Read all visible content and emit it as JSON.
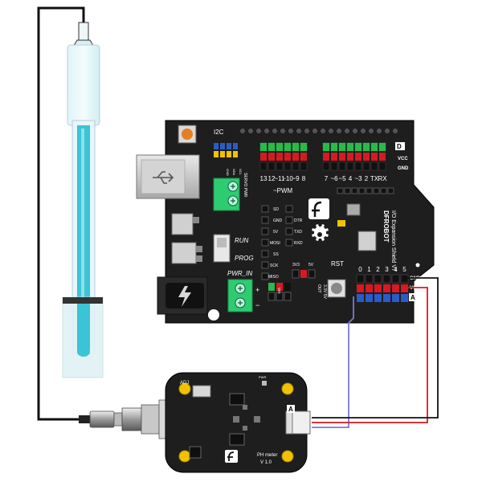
{
  "shield": {
    "labels": {
      "i2c": "I2C",
      "gnd_v": "GND",
      "sda": "SDA",
      "scl": "SCL",
      "servo_pwr": "SERVO PWR",
      "pwm": "~PWM",
      "sd": "SD",
      "gnd": "GND",
      "five_v": "5V",
      "mosi": "MOSI",
      "ss": "SS",
      "sck": "SCK",
      "miso": "MISO",
      "dtr": "DTR",
      "txd": "TXD",
      "rxd": "RXD",
      "run": "RUN",
      "prog": "PROG",
      "pwr_in": "PWR_IN",
      "vin": "VIN",
      "out_3v3_5v": "3.3V 5V",
      "three_v3": "3V3",
      "five_v2": "5V",
      "out": "OUT",
      "rst": "RST",
      "d_label": "D",
      "vcc_label": "VCC",
      "gnd_label": "GND",
      "a_label": "A",
      "vcc_a": "VCC",
      "gnd_a": "GND",
      "brand": "DFROBOT",
      "model": "I/O Expansion Shield V7"
    },
    "digital_pins": [
      "13",
      "12",
      "~11",
      "~10",
      "~9",
      "8",
      "7",
      "~6",
      "~5",
      "4",
      "~3",
      "2",
      "TX",
      "RX"
    ],
    "analog_pins": [
      "0",
      "1",
      "2",
      "3",
      "4",
      "5"
    ]
  },
  "ph_board": {
    "adj": "ADJ",
    "pwr": "PWR",
    "a": "A",
    "name": "PH meter",
    "version": "V 1.0"
  },
  "colors": {
    "board": "#1e1e1e",
    "header_green": "#2db84a",
    "header_red": "#d71920",
    "header_blue": "#2a5cc8",
    "terminal_green": "#2ecc71",
    "probe_cyan": "#3bc3d6",
    "wire_red": "#d71920",
    "wire_black": "#111111",
    "wire_blue": "#7a7acc"
  }
}
